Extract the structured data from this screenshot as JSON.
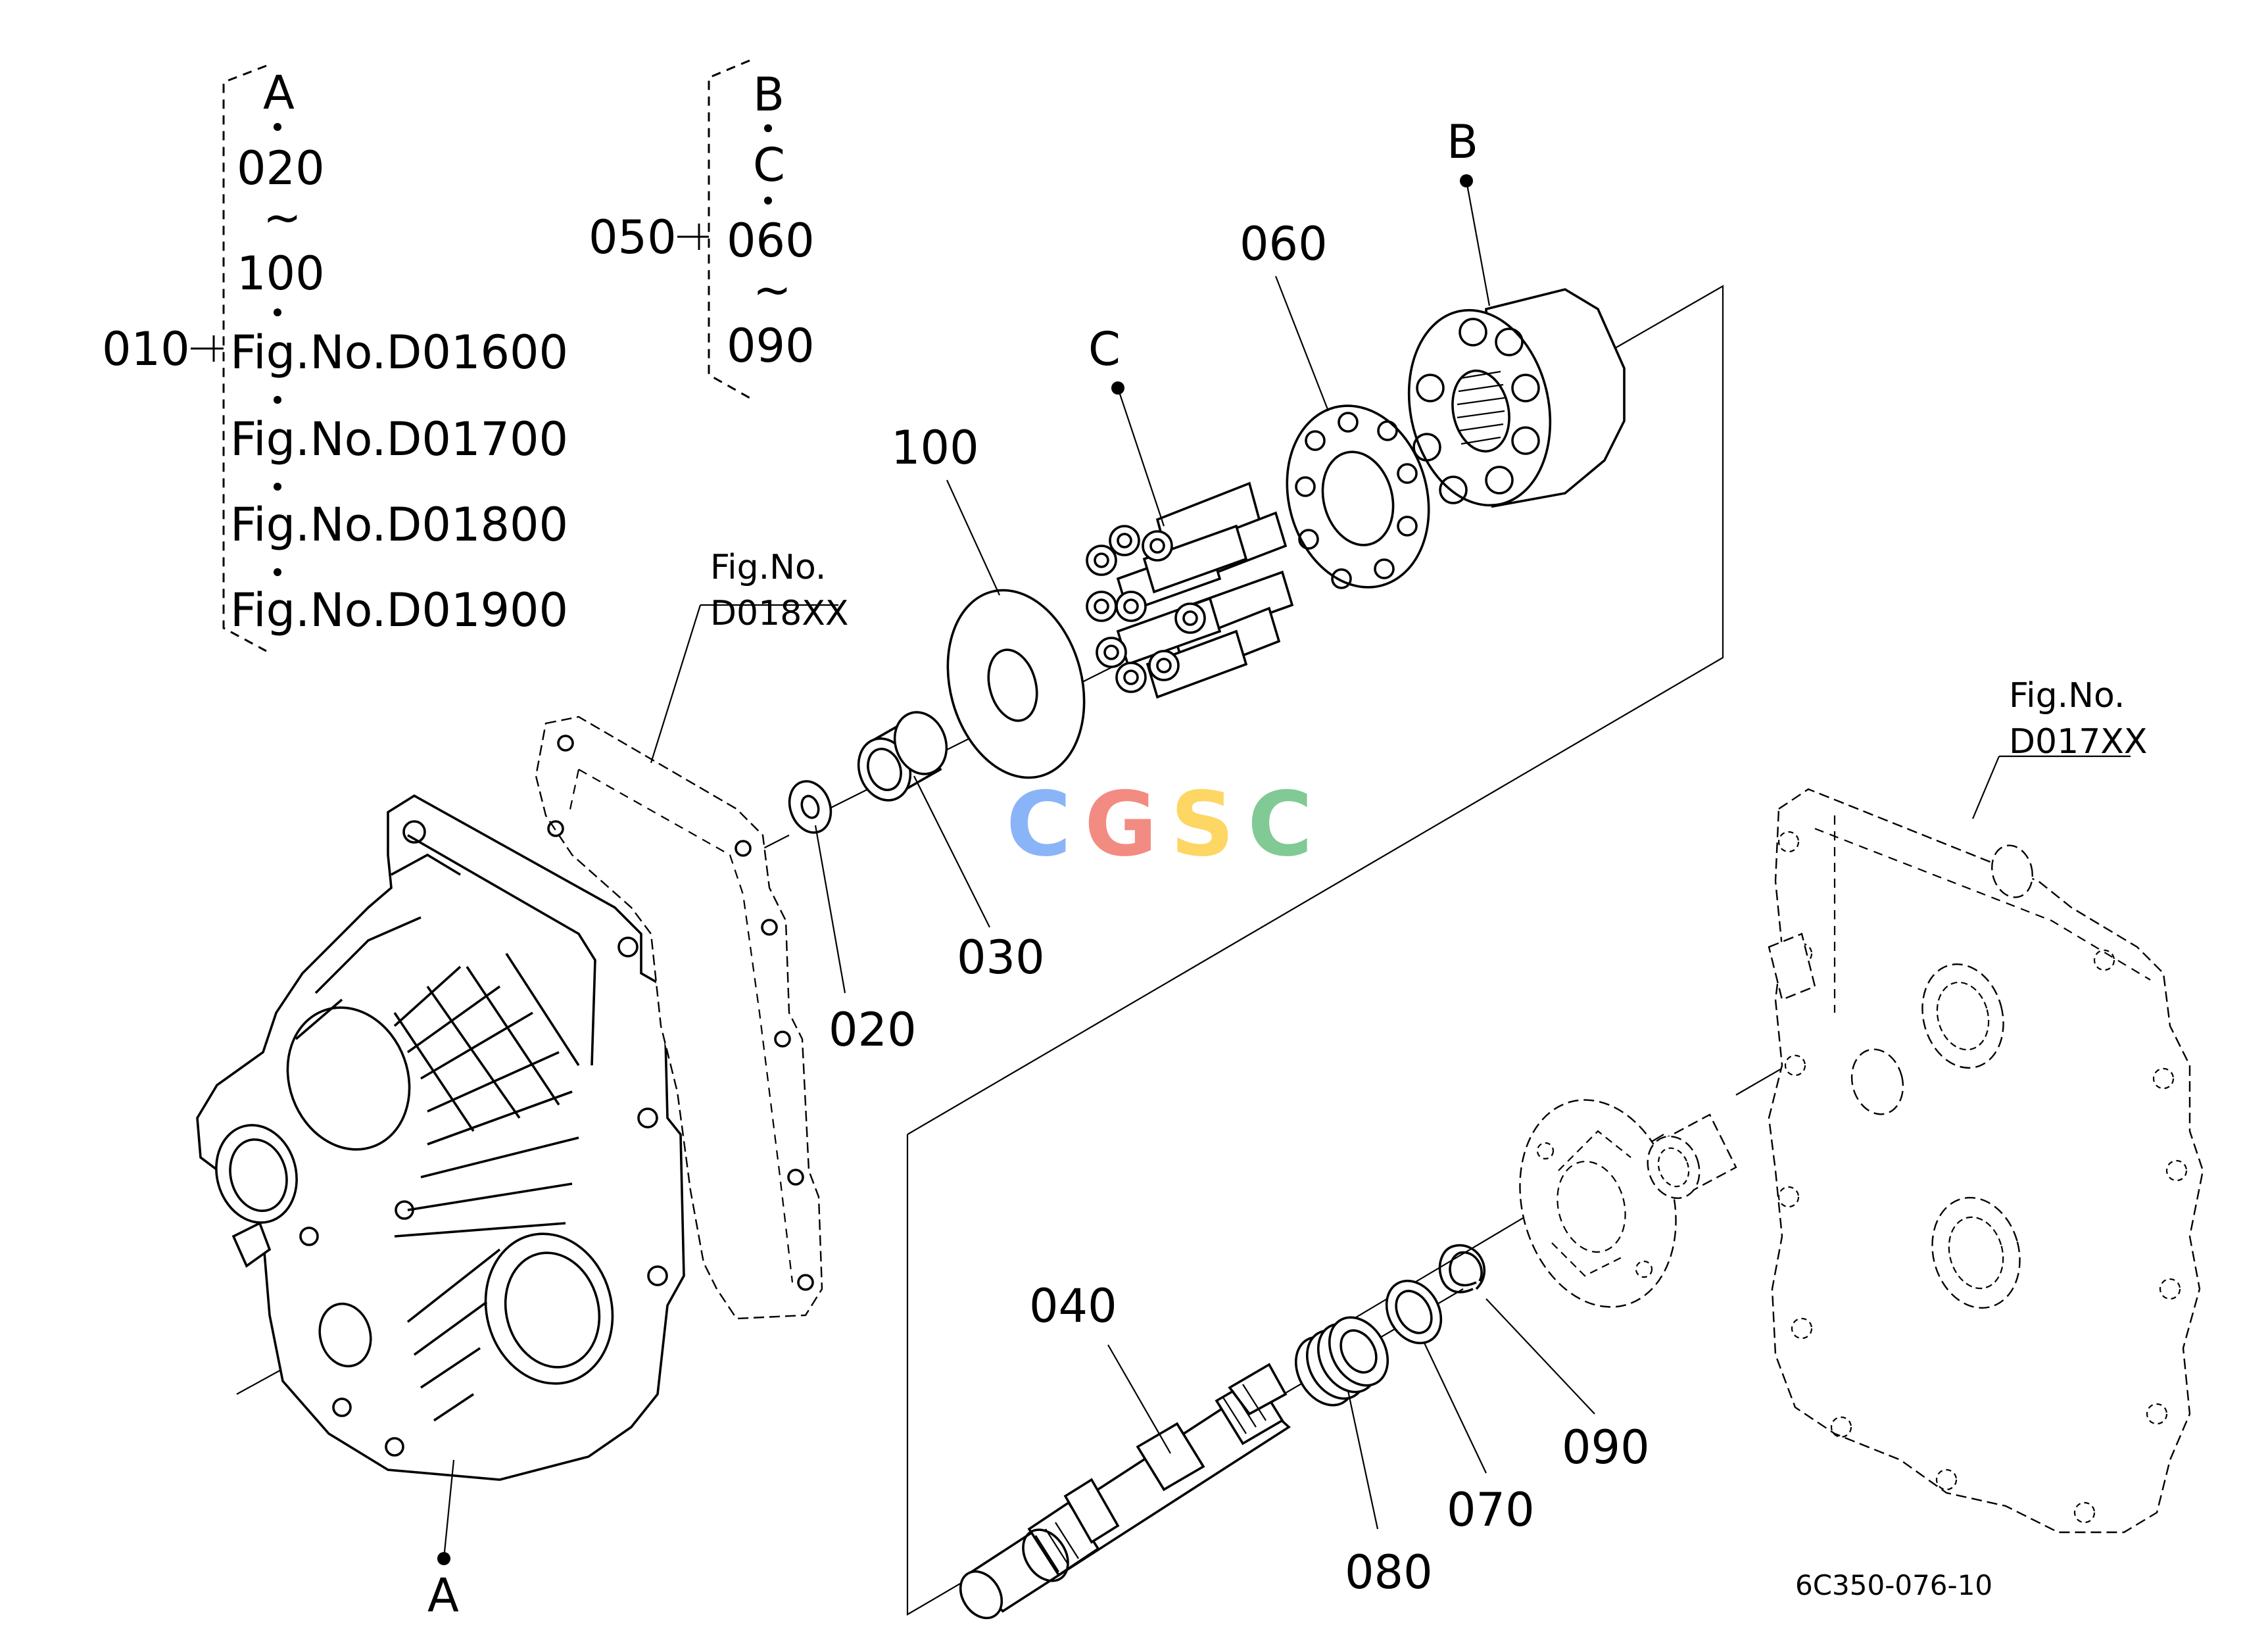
{
  "group_010": {
    "part_no": "010",
    "items": [
      "A",
      "020",
      "~",
      "100",
      "Fig.No.D01600",
      "Fig.No.D01700",
      "Fig.No.D01800",
      "Fig.No.D01900"
    ]
  },
  "group_050": {
    "part_no": "050",
    "items": [
      "B",
      "C",
      "060",
      "~",
      "090"
    ]
  },
  "callouts": {
    "p020": "020",
    "p030": "030",
    "p040": "040",
    "p060": "060",
    "p070": "070",
    "p080": "080",
    "p090": "090",
    "p100": "100",
    "ref_a": "A",
    "ref_b": "B",
    "ref_c": "C"
  },
  "fig_refs": {
    "left": {
      "line1": "Fig.No.",
      "line2": "D018XX"
    },
    "right": {
      "line1": "Fig.No.",
      "line2": "D017XX"
    }
  },
  "watermark": "CGSC",
  "watermark_colors": [
    "#8ab4f8",
    "#f28b82",
    "#fdd663",
    "#81c995"
  ],
  "drawing_ref": "6C350-076-10"
}
